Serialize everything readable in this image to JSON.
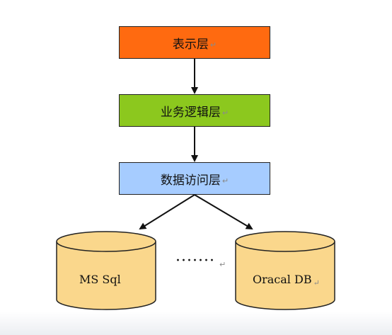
{
  "layers": {
    "presentation": {
      "label": "表示层",
      "color": "#FF6A10"
    },
    "business": {
      "label": "业务逻辑层",
      "color": "#8CC81E"
    },
    "data_access": {
      "label": "数据访问层",
      "color": "#A6CCFF"
    }
  },
  "databases": {
    "mssql": {
      "label": "MS Sql"
    },
    "oracle": {
      "label": "Oracal DB"
    }
  },
  "ellipsis": "·······",
  "paragraph_mark": "↵",
  "db_fill_color": "#FAD78C"
}
